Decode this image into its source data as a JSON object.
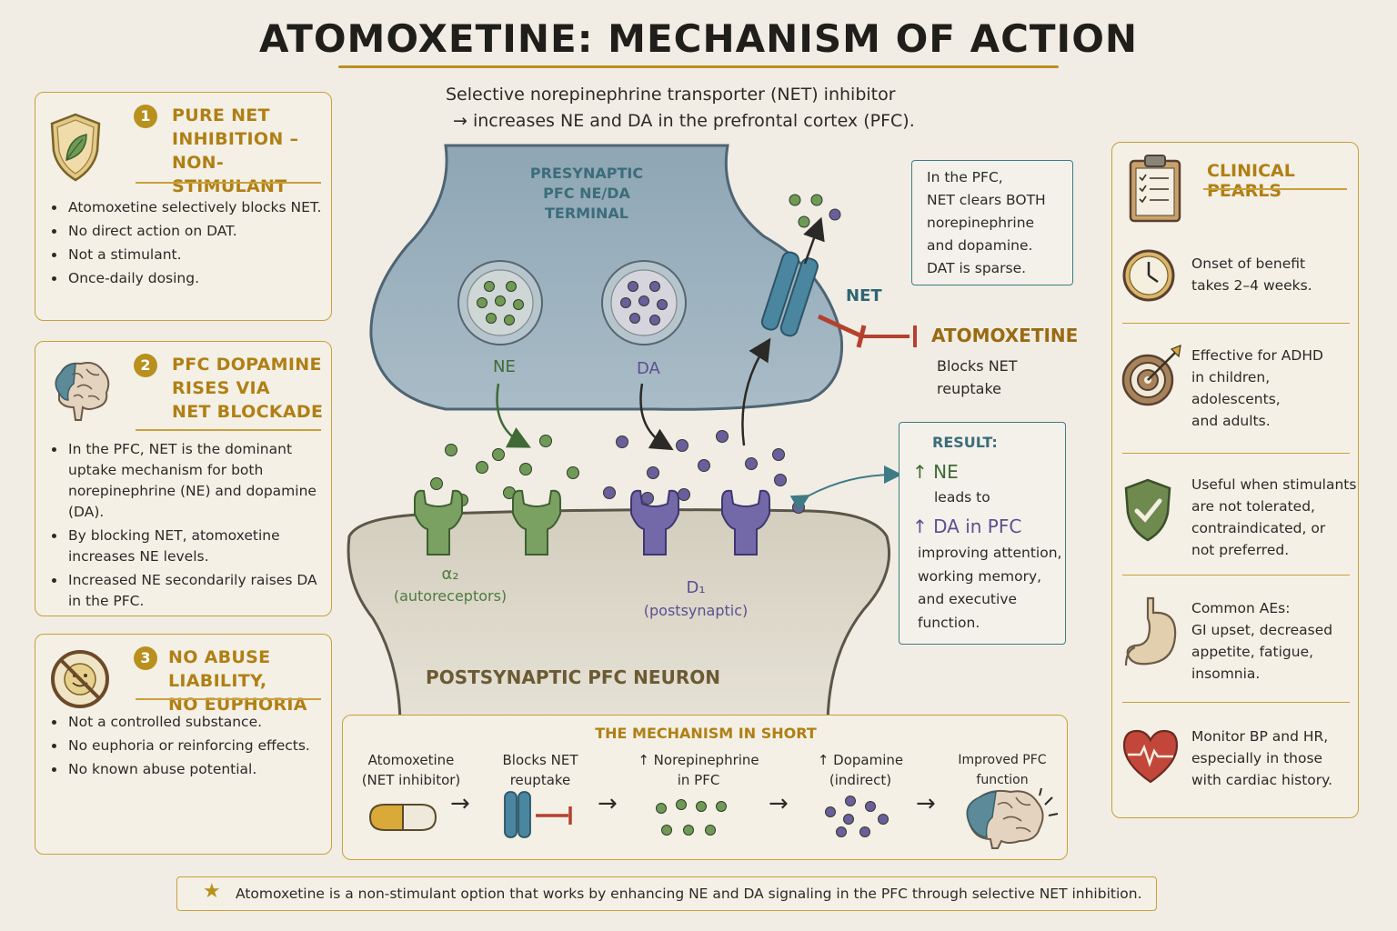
{
  "title": "ATOMOXETINE: MECHANISM OF ACTION",
  "subtitle": {
    "line1": "Selective norepinephrine transporter (NET) inhibitor",
    "line2": "→ increases NE and DA in the prefrontal cortex (PFC)."
  },
  "panels": [
    {
      "number": "1",
      "title_lines": [
        "PURE NET",
        "INHIBITION –",
        "NON-STIMULANT"
      ],
      "icon": "shield-leaf-icon",
      "bullets": [
        "Atomoxetine selectively blocks NET.",
        "No direct action on DAT.",
        "Not a stimulant.",
        "Once-daily dosing."
      ]
    },
    {
      "number": "2",
      "title_lines": [
        "PFC DOPAMINE",
        "RISES VIA",
        "NET BLOCKADE"
      ],
      "icon": "brain-icon",
      "bullets": [
        "In the PFC, NET is the dominant uptake mechanism for both norepinephrine (NE) and dopamine (DA).",
        "By blocking NET, atomoxetine increases NE levels.",
        "Increased NE secondarily raises DA in the PFC."
      ]
    },
    {
      "number": "3",
      "title_lines": [
        "NO ABUSE LIABILITY,",
        "NO EUPHORIA"
      ],
      "icon": "no-euphoria-icon",
      "bullets": [
        "Not a controlled substance.",
        "No euphoria or reinforcing effects.",
        "No known abuse potential."
      ]
    }
  ],
  "synapse": {
    "presynaptic_label": [
      "PRESYNAPTIC",
      "PFC NE/DA",
      "TERMINAL"
    ],
    "ne_label": "NE",
    "da_label": "DA",
    "net_label": "NET",
    "drug_label": "ATOMOXETINE",
    "drug_sub": [
      "Blocks NET",
      "reuptake"
    ],
    "alpha_label": "α₂",
    "alpha_sub": "(autoreceptors)",
    "d1_label": "D₁",
    "d1_sub": "(postsynaptic)",
    "postsynaptic_label": "POSTSYNAPTIC PFC NEURON",
    "pfc_note": [
      "In the PFC,",
      "NET clears BOTH",
      "norepinephrine",
      "and dopamine.",
      "DAT is sparse."
    ],
    "result": {
      "heading": "RESULT:",
      "line1": "↑ NE",
      "line2": "leads to",
      "line3": "↑ DA in PFC",
      "rest": [
        "improving attention,",
        "working memory,",
        "and executive",
        "function."
      ]
    }
  },
  "mechanism": {
    "heading": "THE MECHANISM IN SHORT",
    "steps": [
      {
        "lines": [
          "Atomoxetine",
          "(NET inhibitor)"
        ],
        "icon": "capsule-icon"
      },
      {
        "lines": [
          "Blocks NET",
          "reuptake"
        ],
        "icon": "transporter-icon"
      },
      {
        "lines": [
          "↑ Norepinephrine",
          "in PFC"
        ],
        "icon": "ne-molecules-icon"
      },
      {
        "lines": [
          "↑ Dopamine",
          "(indirect)"
        ],
        "icon": "da-molecules-icon"
      },
      {
        "lines": [
          "Improved PFC",
          "function"
        ],
        "icon": "brain-icon"
      }
    ],
    "arrow": "→"
  },
  "clinical_pearls": {
    "title": "CLINICAL PEARLS",
    "items": [
      {
        "icon": "clock-icon",
        "lines": [
          "Onset of benefit",
          "takes 2–4 weeks."
        ]
      },
      {
        "icon": "target-icon",
        "lines": [
          "Effective for ADHD",
          "in children,",
          "adolescents,",
          "and adults."
        ]
      },
      {
        "icon": "shield-check-icon",
        "lines": [
          "Useful when stimulants",
          "are not tolerated,",
          "contraindicated, or",
          "not preferred."
        ]
      },
      {
        "icon": "stomach-icon",
        "lines": [
          "Common AEs:",
          "GI upset, decreased",
          "appetite, fatigue,",
          "insomnia."
        ]
      },
      {
        "icon": "heart-icon",
        "lines": [
          "Monitor BP and HR,",
          "especially in those",
          "with cardiac history."
        ]
      }
    ]
  },
  "footer": "Atomoxetine is a non-stimulant option that works by enhancing NE and DA signaling in the PFC through selective NET inhibition.",
  "colors": {
    "gold": "#b8901d",
    "ne_green": "#6f9a55",
    "da_purple": "#6a5e9c",
    "teal": "#3f7b86",
    "red": "#b4412e"
  }
}
